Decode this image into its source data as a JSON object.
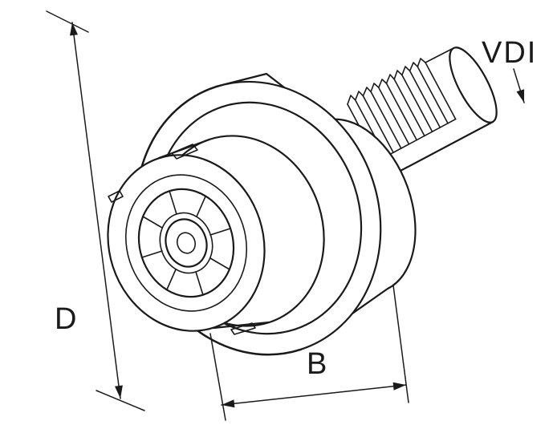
{
  "labels": {
    "vdi": "VDI",
    "dim_d": "D",
    "dim_b": "B"
  },
  "colors": {
    "line": "#1a1a1a",
    "background": "#ffffff"
  }
}
